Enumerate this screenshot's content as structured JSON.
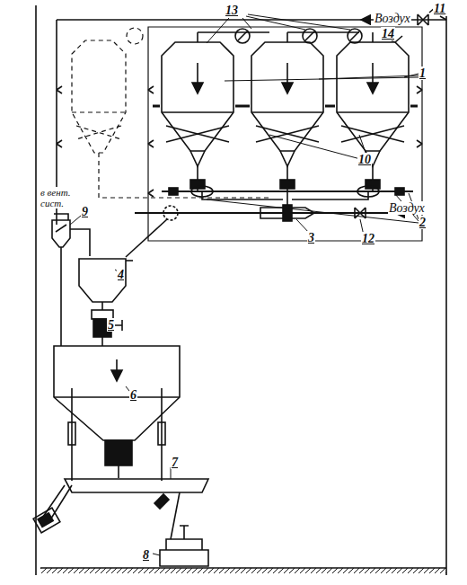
{
  "diagram": {
    "labels": [
      "Воздух",
      "11",
      "13",
      "14",
      "1",
      "10",
      "2",
      "3",
      "12",
      "Воздух",
      "в вент. сист.",
      "9",
      "4",
      "5",
      "6",
      "7",
      "8"
    ]
  }
}
